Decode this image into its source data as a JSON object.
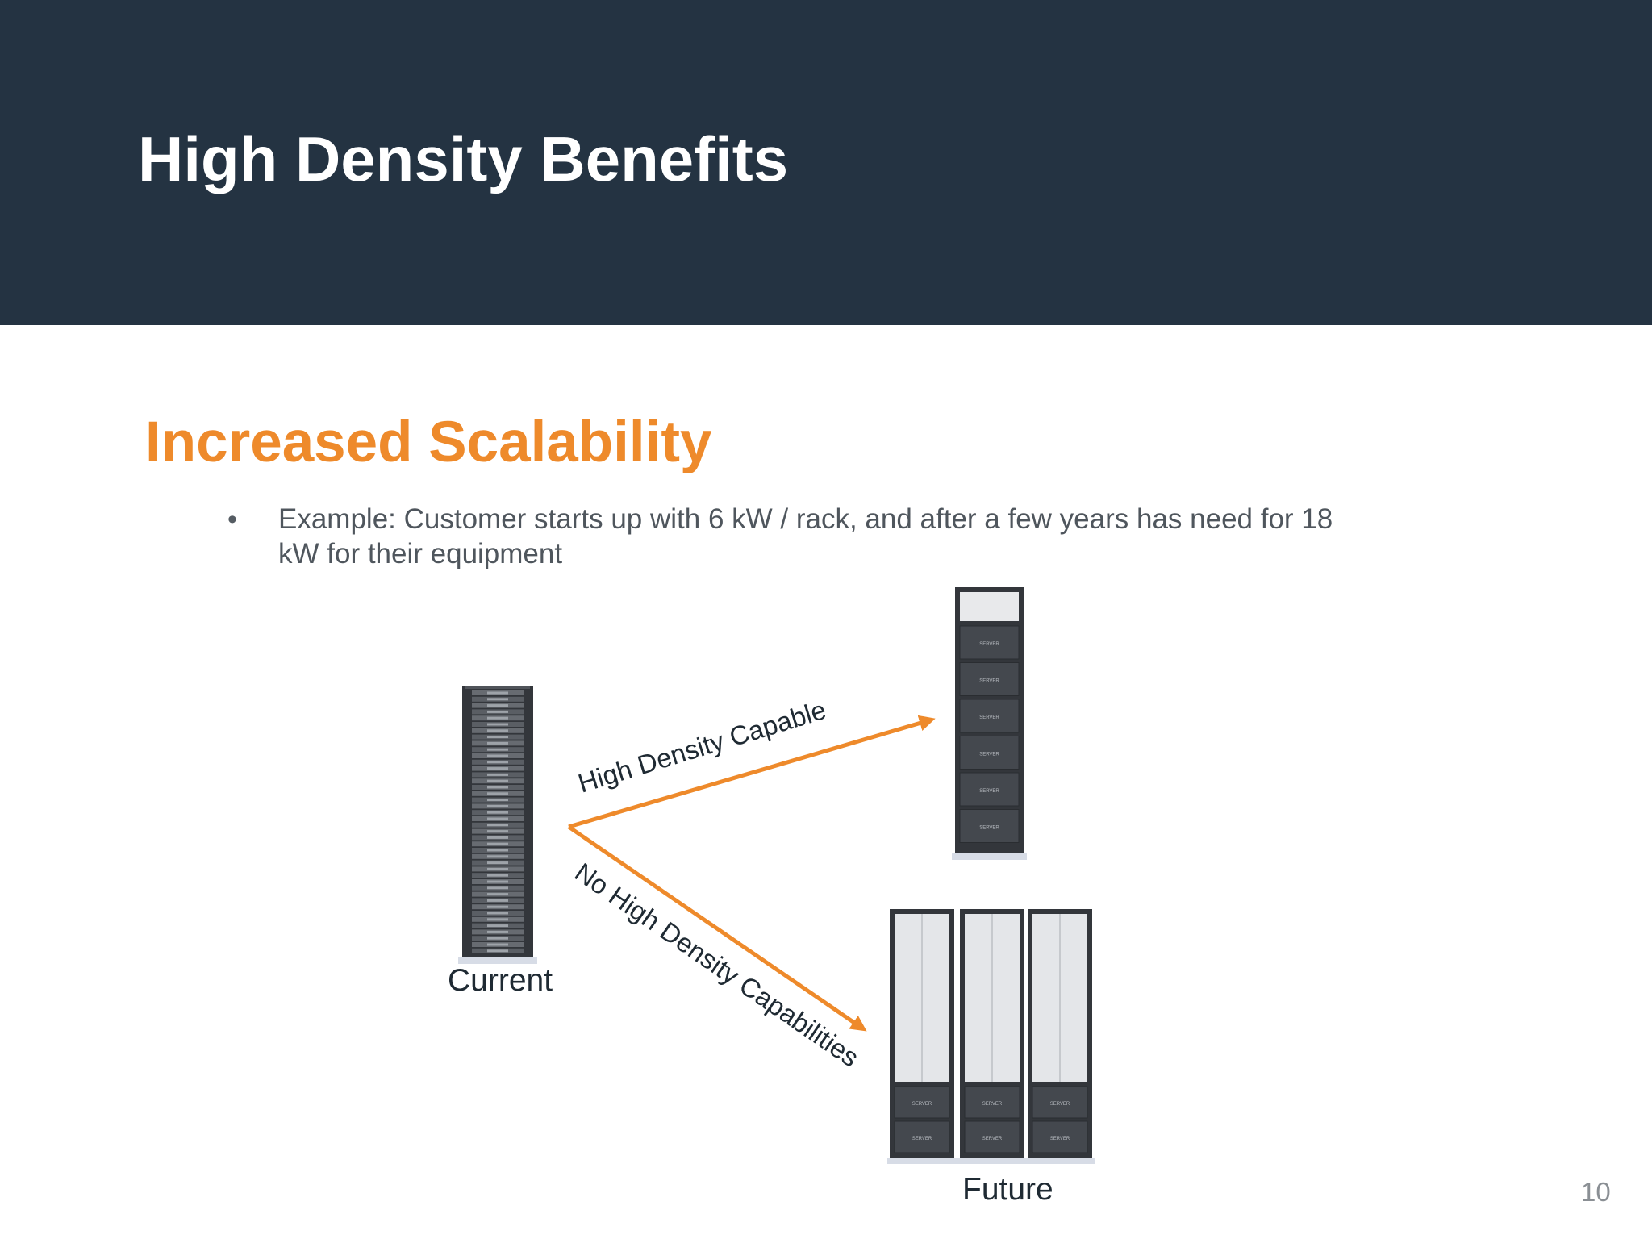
{
  "slide": {
    "title": "High Density Benefits",
    "subtitle": "Increased Scalability",
    "bullet": "Example: Customer starts up with 6 kW / rack, and after a few years has need for 18 kW for their equipment",
    "page_number": "10"
  },
  "diagram": {
    "current_label": "Current",
    "future_label": "Future",
    "arrow_up_label": "High Density Capable",
    "arrow_down_label": "No High Density Capabilities",
    "server_label": "SERVER",
    "colors": {
      "header": "#243342",
      "accent": "#ee8a2b",
      "rack": "#3a3d42"
    }
  }
}
